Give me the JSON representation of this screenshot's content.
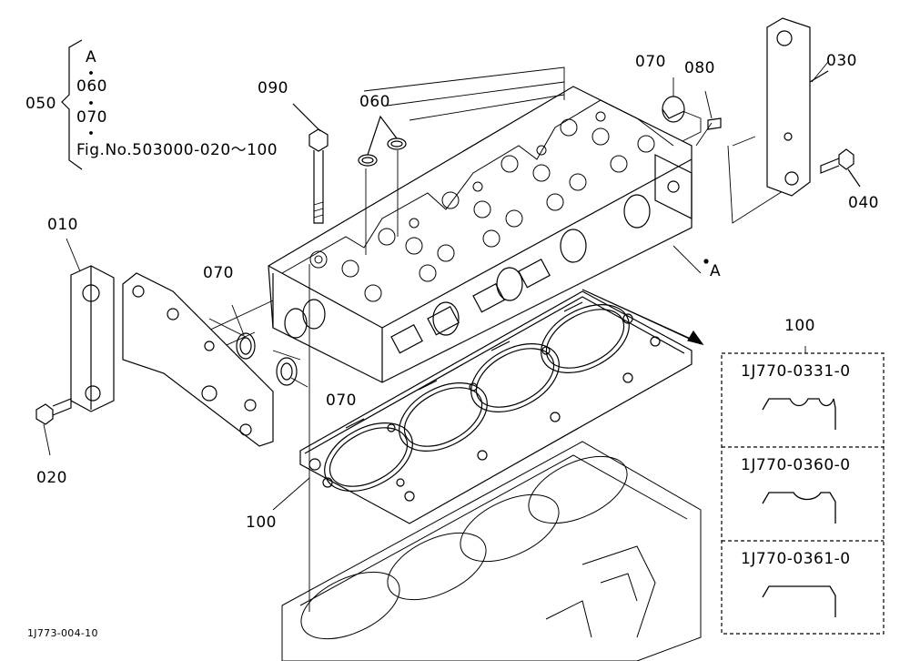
{
  "callouts": {
    "c010": "010",
    "c020": "020",
    "c030": "030",
    "c040": "040",
    "c050": "050",
    "c060": "060",
    "c070_top": "070",
    "c070_left": "070",
    "c070_bottom": "070",
    "c080": "080",
    "c090": "090",
    "c100_gasket": "100",
    "c100_box": "100",
    "ref_a": "A"
  },
  "set_note": {
    "line1": "A",
    "line2": "060",
    "line3": "070",
    "line4": "Fig.No.503000-020～100"
  },
  "gasket_variants": [
    {
      "part_no": "1J770-0331-0"
    },
    {
      "part_no": "1J770-0360-0"
    },
    {
      "part_no": "1J770-0361-0"
    }
  ],
  "figure_id": "1J773-004-10"
}
